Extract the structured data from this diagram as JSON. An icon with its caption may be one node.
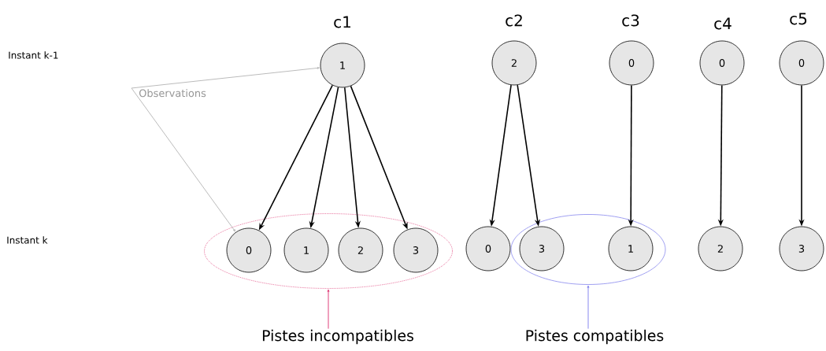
{
  "diagram": {
    "nodes": [
      {
        "text": [
          "1"
        ],
        "beside": [
          "c1"
        ]
      },
      {
        "text": [
          "2"
        ],
        "beside": [
          "c2"
        ]
      },
      {
        "text": [
          "0"
        ],
        "beside": [
          "c3"
        ]
      },
      {
        "text": [
          "0"
        ],
        "beside": [
          "c4"
        ]
      },
      {
        "text": [
          "0"
        ],
        "beside": [
          "c5"
        ]
      },
      {
        "text": [],
        "shape": "ellipse"
      },
      {
        "text": [
          "0"
        ],
        "in": 5
      },
      {
        "text": [
          "1"
        ],
        "in": 5
      },
      {
        "text": [
          "2"
        ],
        "in": 5
      },
      {
        "text": [
          "3"
        ],
        "in": 5
      },
      {
        "text": [
          "0"
        ]
      },
      {
        "text": [],
        "shape": "ellipse"
      },
      {
        "text": [
          "3"
        ],
        "in": 11
      },
      {
        "text": [
          "1"
        ],
        "in": 11
      },
      {
        "text": [
          "2"
        ]
      },
      {
        "text": [
          "3"
        ]
      },
      {
        "text": [
          "Observations"
        ]
      },
      {
        "text": [
          "Pistes incompatibles"
        ]
      },
      {
        "text": [
          "Pistes compatibles"
        ]
      }
    ],
    "edges": [
      {
        "from": 0,
        "to": 6,
        "arrow": "to"
      },
      {
        "from": 0,
        "to": 7,
        "arrow": "to"
      },
      {
        "from": 0,
        "to": 8,
        "arrow": "to"
      },
      {
        "from": 0,
        "to": 9,
        "arrow": "to"
      },
      {
        "from": 1,
        "to": 10,
        "arrow": "to"
      },
      {
        "from": 1,
        "to": 12,
        "arrow": "to"
      },
      {
        "from": 2,
        "to": 13,
        "arrow": "to"
      },
      {
        "from": 3,
        "to": 14,
        "arrow": "to"
      },
      {
        "from": 4,
        "to": 15,
        "arrow": "to"
      },
      {
        "from": 16,
        "to": 0,
        "arrow": "to",
        "color": "#bbbbbb"
      },
      {
        "from": 16,
        "to": 6,
        "arrow": "to",
        "color": "#bbbbbb"
      },
      {
        "from": 17,
        "to": 5,
        "arrow": "to",
        "color": "#e0407a"
      },
      {
        "from": 18,
        "to": 11,
        "arrow": "to",
        "color": "#8888ee"
      }
    ],
    "labels": [
      "Instant k-1",
      "Instant k"
    ]
  }
}
